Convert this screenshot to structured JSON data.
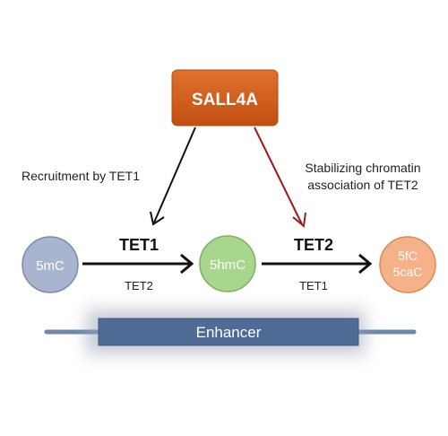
{
  "central_protein": {
    "label": "SALL4A",
    "fill": "#d35a1a"
  },
  "left_annotation": {
    "text": "Recruitment by TET1",
    "arrow_color": "#111111"
  },
  "right_annotation": {
    "lines": [
      "Stabilizing chromatin",
      "association of TET2"
    ],
    "arrow_color": "#9b1c1c"
  },
  "states": [
    {
      "label": "5mC",
      "fill": "#a9b4cf",
      "stroke": "#7f8bab"
    },
    {
      "label": "5hmC",
      "fill": "#a8d68c",
      "stroke": "#7fb061"
    },
    {
      "label_lines": [
        "5fC",
        "5caC"
      ],
      "fill": "#f5b288",
      "stroke": "#d98b57"
    }
  ],
  "transitions": [
    {
      "primary": "TET1",
      "secondary": "TET2"
    },
    {
      "primary": "TET2",
      "secondary": "TET1"
    }
  ],
  "enhancer": {
    "label": "Enhancer",
    "fill": "#4e6b95",
    "line_color": "#6f86a8"
  }
}
